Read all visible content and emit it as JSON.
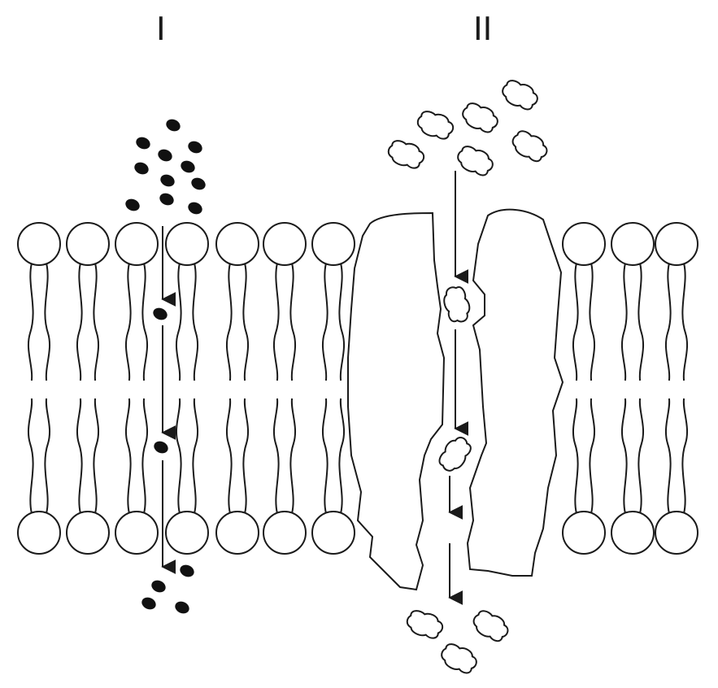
{
  "labels": {
    "panel_one": "I",
    "panel_two": "II"
  },
  "colors": {
    "stroke": "#1a1a1a",
    "fill": "#ffffff",
    "particle": "#111111"
  },
  "icons": {
    "lipid_head": "circle-head",
    "lipid_tail": "wavy-tail-pair",
    "small_molecule": "black-dot",
    "large_molecule": "irregular-blob",
    "channel_protein": "transmembrane-protein",
    "flow": "arrow-down"
  }
}
